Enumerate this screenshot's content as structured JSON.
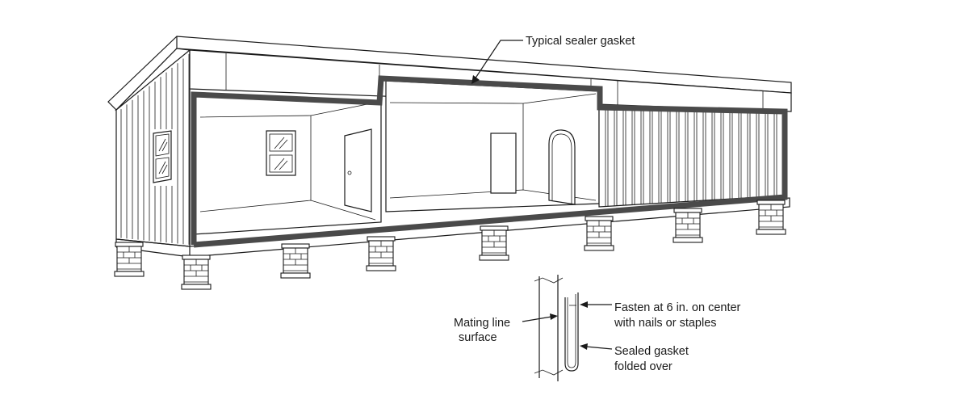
{
  "labels": {
    "gasket": "Typical sealer gasket",
    "mating_line_1": "Mating line",
    "mating_line_2": "surface",
    "fasten_1": "Fasten at 6 in. on center",
    "fasten_2": "with nails or staples",
    "folded_1": "Sealed gasket",
    "folded_2": "folded over"
  },
  "colors": {
    "ink": "#1a1a1a",
    "gasket": "#4a4a4a",
    "background": "#ffffff"
  },
  "icons": {
    "pier": "concrete-block-pier",
    "window": "double-hung-window",
    "door": "interior-door",
    "arch": "arched-doorway"
  }
}
